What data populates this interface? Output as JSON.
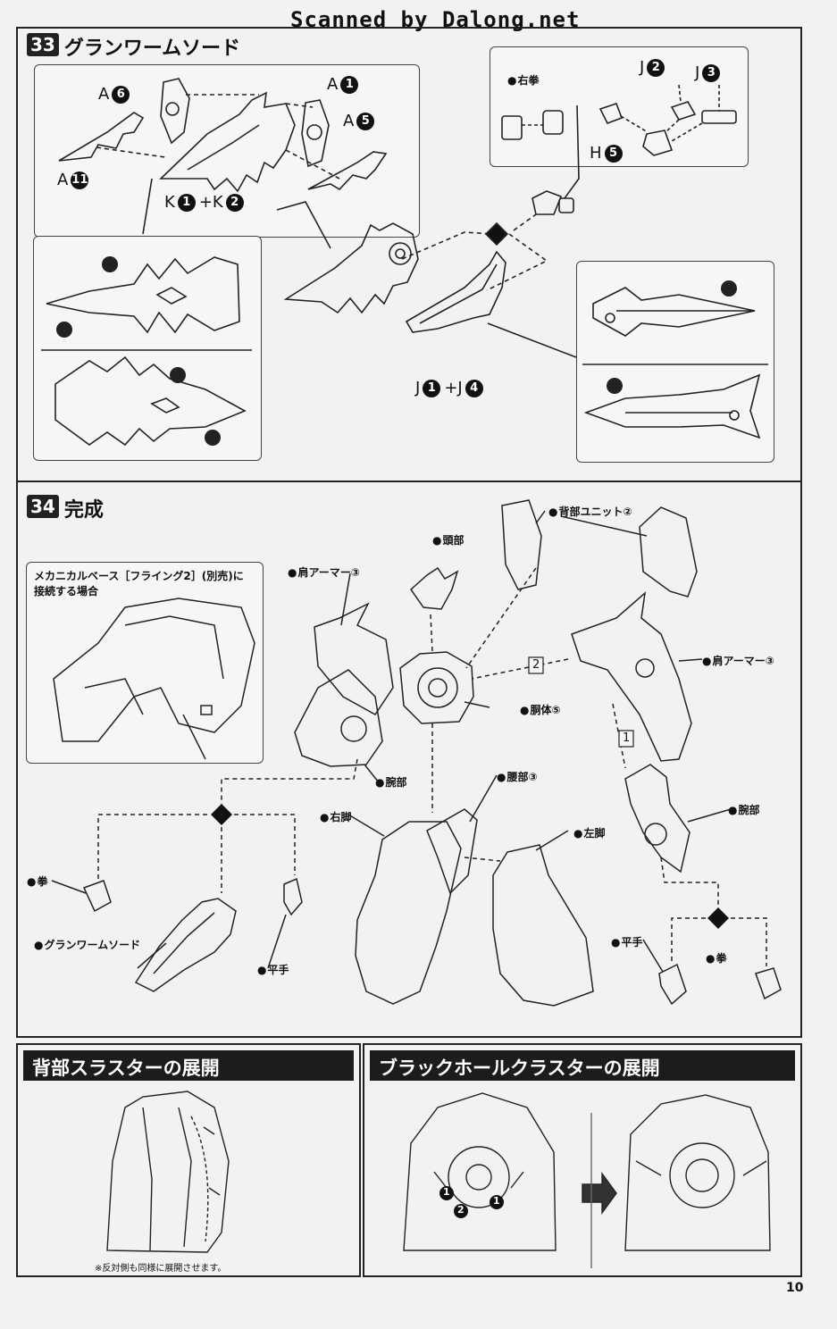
{
  "watermark": "Scanned by Dalong.net",
  "step33": {
    "number": "33",
    "title": "グランワームソード",
    "labels": {
      "a6": "A",
      "a6_n": "6",
      "a1": "A",
      "a1_n": "1",
      "a5": "A",
      "a5_n": "5",
      "a11": "A",
      "a11_n": "11",
      "k": "K",
      "k1": "1",
      "plus1": "+K",
      "k2": "2",
      "j_bottom": "J",
      "j1": "1",
      "plus2": "+J",
      "j4": "4",
      "j2": "J",
      "j2_n": "2",
      "j3": "J",
      "j3_n": "3",
      "h5": "H",
      "h5_n": "5",
      "right_fist": "右拳"
    }
  },
  "step34": {
    "number": "34",
    "title": "完成",
    "inset_caption_line1": "メカニカルベース［フライング2］(別売)に",
    "inset_caption_line2": "接続する場合",
    "parts": {
      "head": "頭部",
      "back_unit": "背部ユニット②",
      "shoulder_left": "肩アーマー③",
      "shoulder_right": "肩アーマー③",
      "torso": "胴体⑤",
      "arm_left": "腕部",
      "arm_right": "腕部",
      "waist": "腰部③",
      "right_leg": "右脚",
      "left_leg": "左脚",
      "fist_left": "拳",
      "sword": "グランワームソード",
      "open_hand_left": "平手",
      "open_hand_right": "平手",
      "fist_right": "拳"
    },
    "box_numbers": {
      "b2": "2",
      "b1": "1"
    }
  },
  "bottom": {
    "left_title": "背部スラスターの展開",
    "left_note": "※反対側も同様に展開させます。",
    "right_title": "ブラックホールクラスターの展開",
    "right_steps": [
      "1",
      "2",
      "1"
    ]
  },
  "page_number": "10"
}
